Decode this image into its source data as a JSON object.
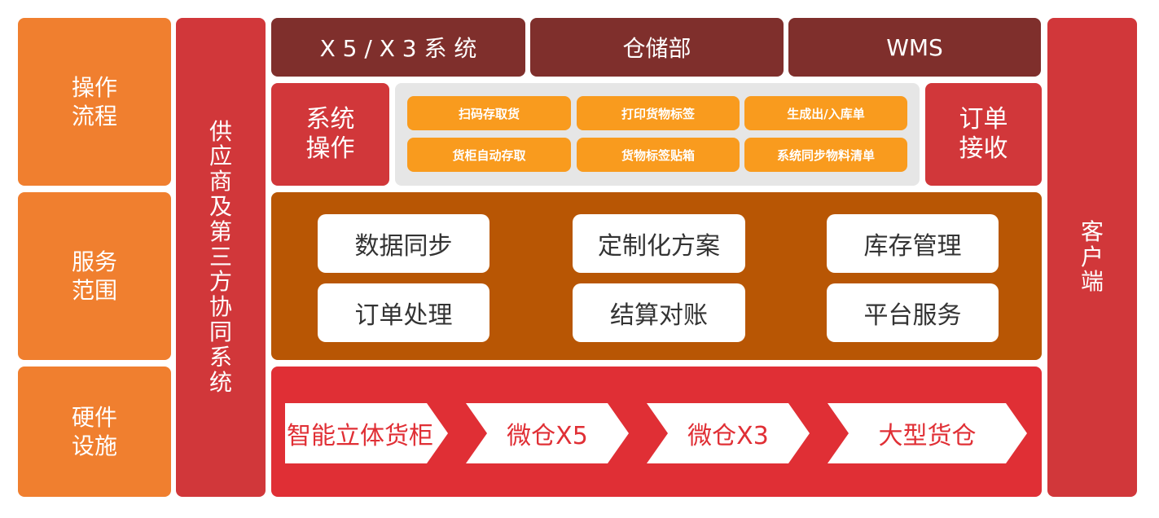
{
  "left_column": [
    {
      "label": "操作流程"
    },
    {
      "label": "服务范围"
    },
    {
      "label": "硬件设施"
    }
  ],
  "supplier_column": {
    "label": "供应商及第三方协同系统"
  },
  "client_column": {
    "label": "客户端"
  },
  "top_bar": [
    "X 5 / X 3 系 统",
    "仓储部",
    "WMS"
  ],
  "operations": {
    "left_label": "系统操作",
    "right_label": "订单接收",
    "buttons": [
      "扫码存取货",
      "打印货物标签",
      "生成出/入库单",
      "货柜自动存取",
      "货物标签贴箱",
      "系统同步物料清单"
    ]
  },
  "services": [
    "数据同步",
    "定制化方案",
    "库存管理",
    "订单处理",
    "结算对账",
    "平台服务"
  ],
  "hardware": [
    "智能立体货柜",
    "微仓X5",
    "微仓X3",
    "大型货仓"
  ],
  "colors": {
    "orange": "#f07f2f",
    "red": "#d1373a",
    "dark_red": "#7f2f2c",
    "pill_orange": "#f99b1e",
    "brown": "#b85604",
    "bright_red": "#e02f35"
  }
}
